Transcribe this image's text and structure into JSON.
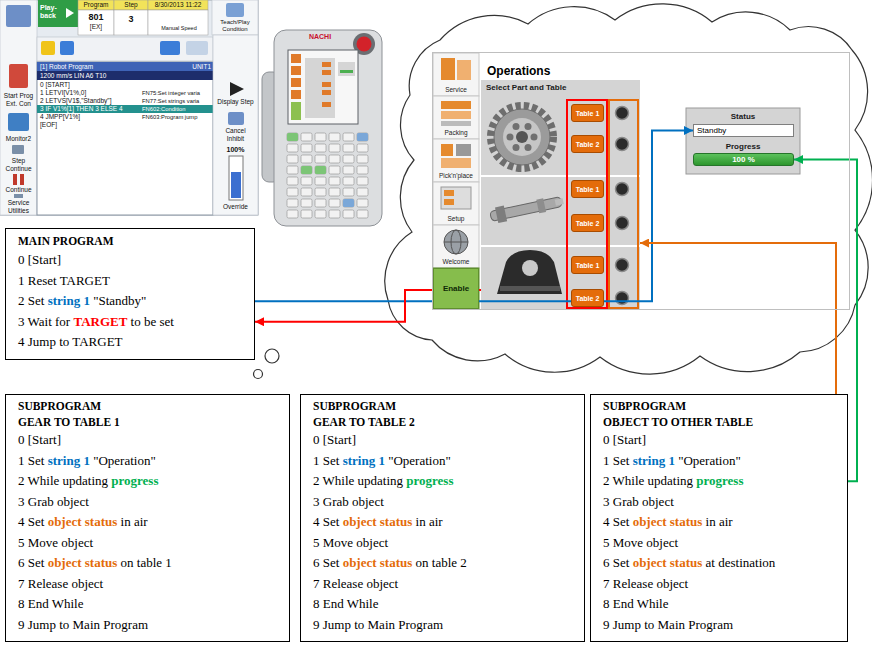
{
  "diagram": {
    "nodes": [
      {
        "text": [
          "Operations"
        ]
      },
      {
        "text": [
          "Service"
        ],
        "in": 0
      },
      {
        "text": [
          "Packing"
        ],
        "in": 0
      },
      {
        "text": [
          "Pick'n'place"
        ],
        "in": 0
      },
      {
        "text": [
          "Setup"
        ],
        "in": 0
      },
      {
        "text": [
          "Welcome"
        ],
        "in": 0
      },
      {
        "text": [
          "Enable"
        ],
        "in": 0
      },
      {
        "text": [
          "Select Part and Table"
        ],
        "in": 0
      },
      {
        "text": [
          "Table 1"
        ],
        "in": 7
      },
      {
        "text": [
          "Table 2"
        ],
        "in": 7
      },
      {
        "text": [
          "Table 1"
        ],
        "in": 7
      },
      {
        "text": [
          "Table 2"
        ],
        "in": 7
      },
      {
        "text": [
          "Table 1"
        ],
        "in": 7
      },
      {
        "text": [
          "Table 2"
        ],
        "in": 7
      },
      {
        "text": [
          "Status",
          "Progress"
        ],
        "in": 0
      },
      {
        "text": [
          "Standby"
        ],
        "in": 14
      },
      {
        "text": [
          "100 %"
        ],
        "in": 14
      },
      {
        "text": [
          "MAIN PROGRAM",
          "0 [Start]",
          "1 Reset TARGET",
          "2 Set string 1 \"Standby\"",
          "3 Wait for TARGET to be set",
          "4 Jump to TARGET"
        ]
      },
      {
        "text": [
          "SUBPROGRAM GEAR TO TABLE 1",
          "0 [Start]",
          "1 Set string 1 \"Operation\"",
          "2 While updating progress",
          "3 Grab object",
          "4 Set object status in air",
          "5 Move object",
          "6 Set object status on table 1",
          "7 Release object",
          "8 End While",
          "9 Jump to Main Program"
        ]
      },
      {
        "text": [
          "SUBPROGRAM GEAR TO TABLE 2",
          "0 [Start]",
          "1 Set string 1 \"Operation\"",
          "2 While updating progress",
          "3 Grab object",
          "4 Set object status in air",
          "5 Move object",
          "6 Set object status on table 2",
          "7 Release object",
          "8 End While",
          "9 Jump to Main Program"
        ]
      },
      {
        "text": [
          "SUBPROGRAM OBJECT TO OTHER TABLE",
          "0 [Start]",
          "1 Set string 1 \"Operation\"",
          "2 While updating progress",
          "3 Grab object",
          "4 Set object status in air",
          "5 Move object",
          "6 Set object status at destination",
          "7 Release object",
          "8 End While",
          "9 Jump to Main Program"
        ]
      }
    ],
    "edges": [
      {
        "from": 17,
        "to": 15,
        "arrow": "to"
      },
      {
        "from": 7,
        "to": 17,
        "arrow": "to"
      },
      {
        "from": 20,
        "to": 16,
        "arrow": "to"
      },
      {
        "from": 20,
        "to": 7,
        "arrow": "to"
      }
    ],
    "labels": [
      "Play-back",
      "Program",
      "801",
      "[EX]",
      "Step",
      "3",
      "8/30/2013 11:22",
      "Teach/Play Condition",
      "Start Prog Ext. Con",
      "Monitor2",
      "Step Continue",
      "Continue",
      "Service Utilities",
      "Display Step",
      "Cancel Inhibit",
      "100%",
      "Override",
      "[1] Robot Program",
      "UNIT1",
      "1200 mm/s LIN A6 T10",
      "0 [START]",
      "1 LETVI[V1%,0]",
      "2 LETVS[V1$,\"Standby\"]",
      "3 IF V1%[1] THEN 3 ELSE 4",
      "4 JMPP[V1%]",
      "[EOF]",
      "FN75:Set integer varia",
      "FN77:Set strings varia",
      "FN602:Condition",
      "FN603:Program jump",
      "Manual Speed",
      "NACHI"
    ]
  }
}
